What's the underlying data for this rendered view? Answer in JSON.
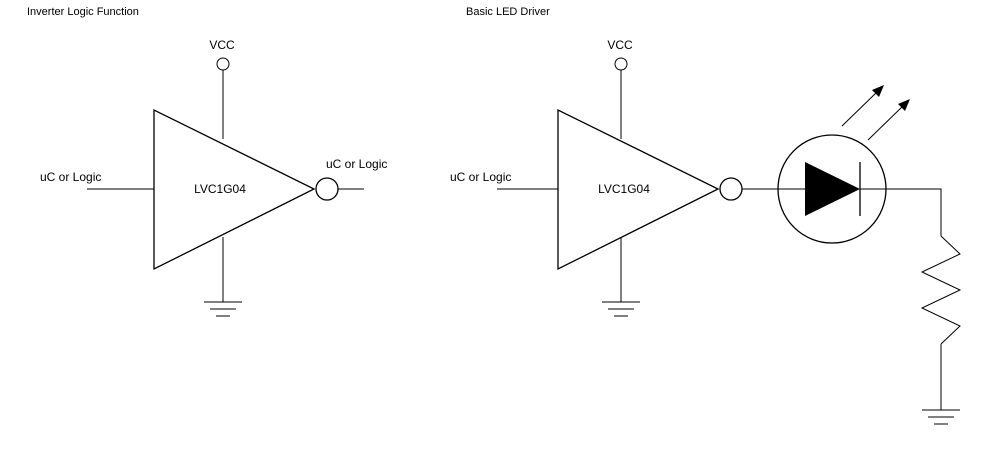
{
  "left": {
    "title": "Inverter Logic Function",
    "vcc": "VCC",
    "input_label": "uC or Logic",
    "chip": "LVC1G04",
    "output_label": "uC or Logic"
  },
  "right": {
    "title": "Basic LED Driver",
    "vcc": "VCC",
    "input_label": "uC or Logic",
    "chip": "LVC1G04"
  },
  "colors": {
    "ink": "#000000",
    "background": "#ffffff"
  }
}
